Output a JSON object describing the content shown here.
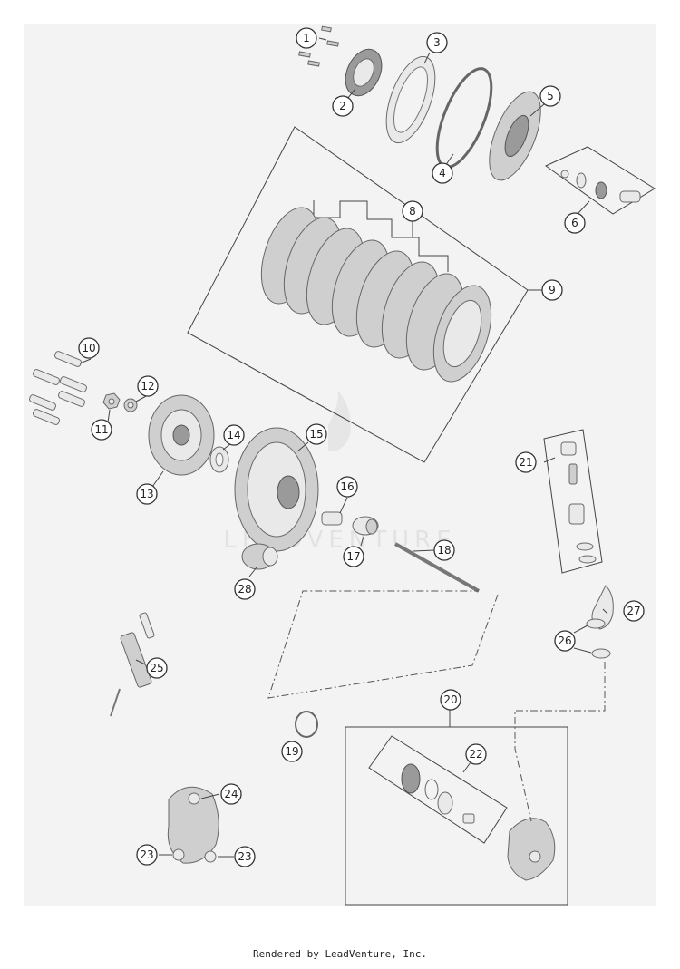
{
  "watermark": "LEADVENTURE",
  "credit": "Rendered by LeadVenture, Inc.",
  "callouts": [
    "1",
    "2",
    "3",
    "4",
    "5",
    "6",
    "8",
    "9",
    "10",
    "11",
    "12",
    "13",
    "14",
    "15",
    "16",
    "17",
    "18",
    "19",
    "20",
    "21",
    "22",
    "23",
    "23",
    "24",
    "25",
    "26",
    "27",
    "28"
  ]
}
